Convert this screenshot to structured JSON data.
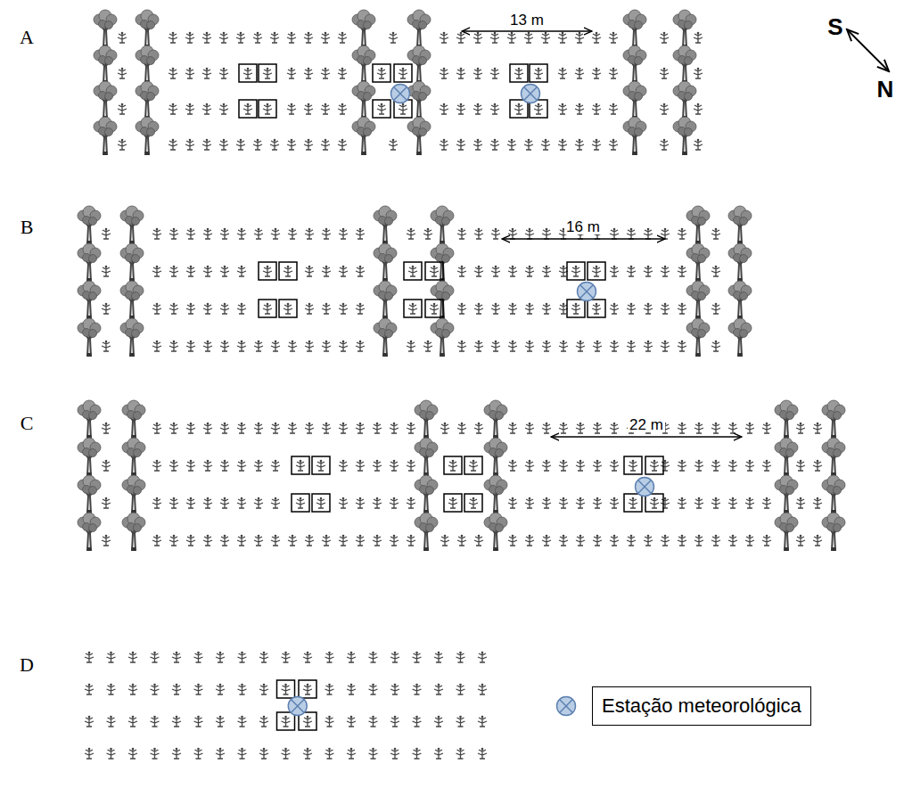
{
  "diagram": {
    "labels": [
      "A",
      "B",
      "C",
      "D",
      "13 m",
      "16 m",
      "22 m",
      "S",
      "N"
    ],
    "legend": [
      {
        "text": "Estação meteorológica"
      }
    ]
  }
}
